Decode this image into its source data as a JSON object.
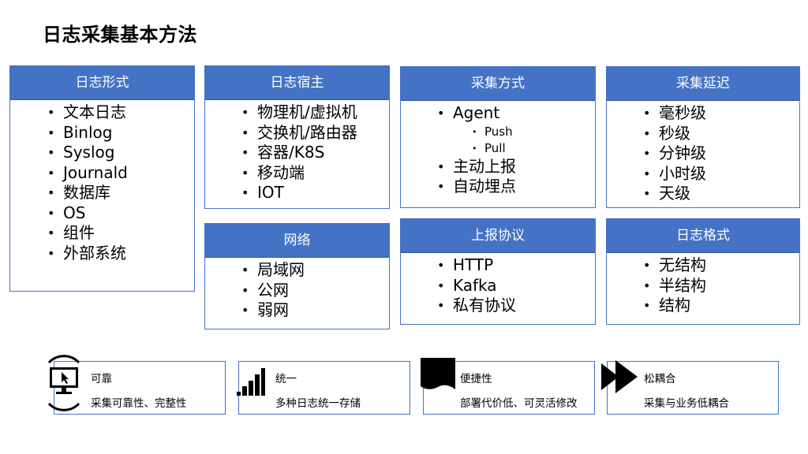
{
  "title": "日志采集基本方法",
  "cards": {
    "format": {
      "header": "日志形式",
      "items": [
        "文本日志",
        "Binlog",
        "Syslog",
        "Journald",
        "数据库",
        "OS",
        "组件",
        "外部系统"
      ]
    },
    "host": {
      "header": "日志宿主",
      "items": [
        "物理机/虚拟机",
        "交换机/路由器",
        "容器/K8S",
        "移动端",
        "IOT"
      ]
    },
    "network": {
      "header": "网络",
      "items": [
        "局域网",
        "公网",
        "弱网"
      ]
    },
    "method": {
      "header": "采集方式",
      "agent": "Agent",
      "push": "Push",
      "pull": "Pull",
      "active": "主动上报",
      "auto": "自动埋点"
    },
    "protocol": {
      "header": "上报协议",
      "items": [
        "HTTP",
        "Kafka",
        "私有协议"
      ]
    },
    "latency": {
      "header": "采集延迟",
      "items": [
        "毫秒级",
        "秒级",
        "分钟级",
        "小时级",
        "天级"
      ]
    },
    "logformat": {
      "header": "日志格式",
      "items": [
        "无结构",
        "半结构",
        "结构"
      ]
    }
  },
  "features": [
    {
      "icon": "monitor-cursor-icon",
      "title": "可靠",
      "desc": "采集可靠性、完整性"
    },
    {
      "icon": "bar-chart-icon",
      "title": "统一",
      "desc": "多种日志统一存储"
    },
    {
      "icon": "flag-icon",
      "title": "便捷性",
      "desc": "部署代价低、可灵活修改"
    },
    {
      "icon": "fast-forward-icon",
      "title": "松耦合",
      "desc": "采集与业务低耦合"
    }
  ],
  "colors": {
    "header_bg": "#4472c4",
    "border": "#4472c4"
  }
}
